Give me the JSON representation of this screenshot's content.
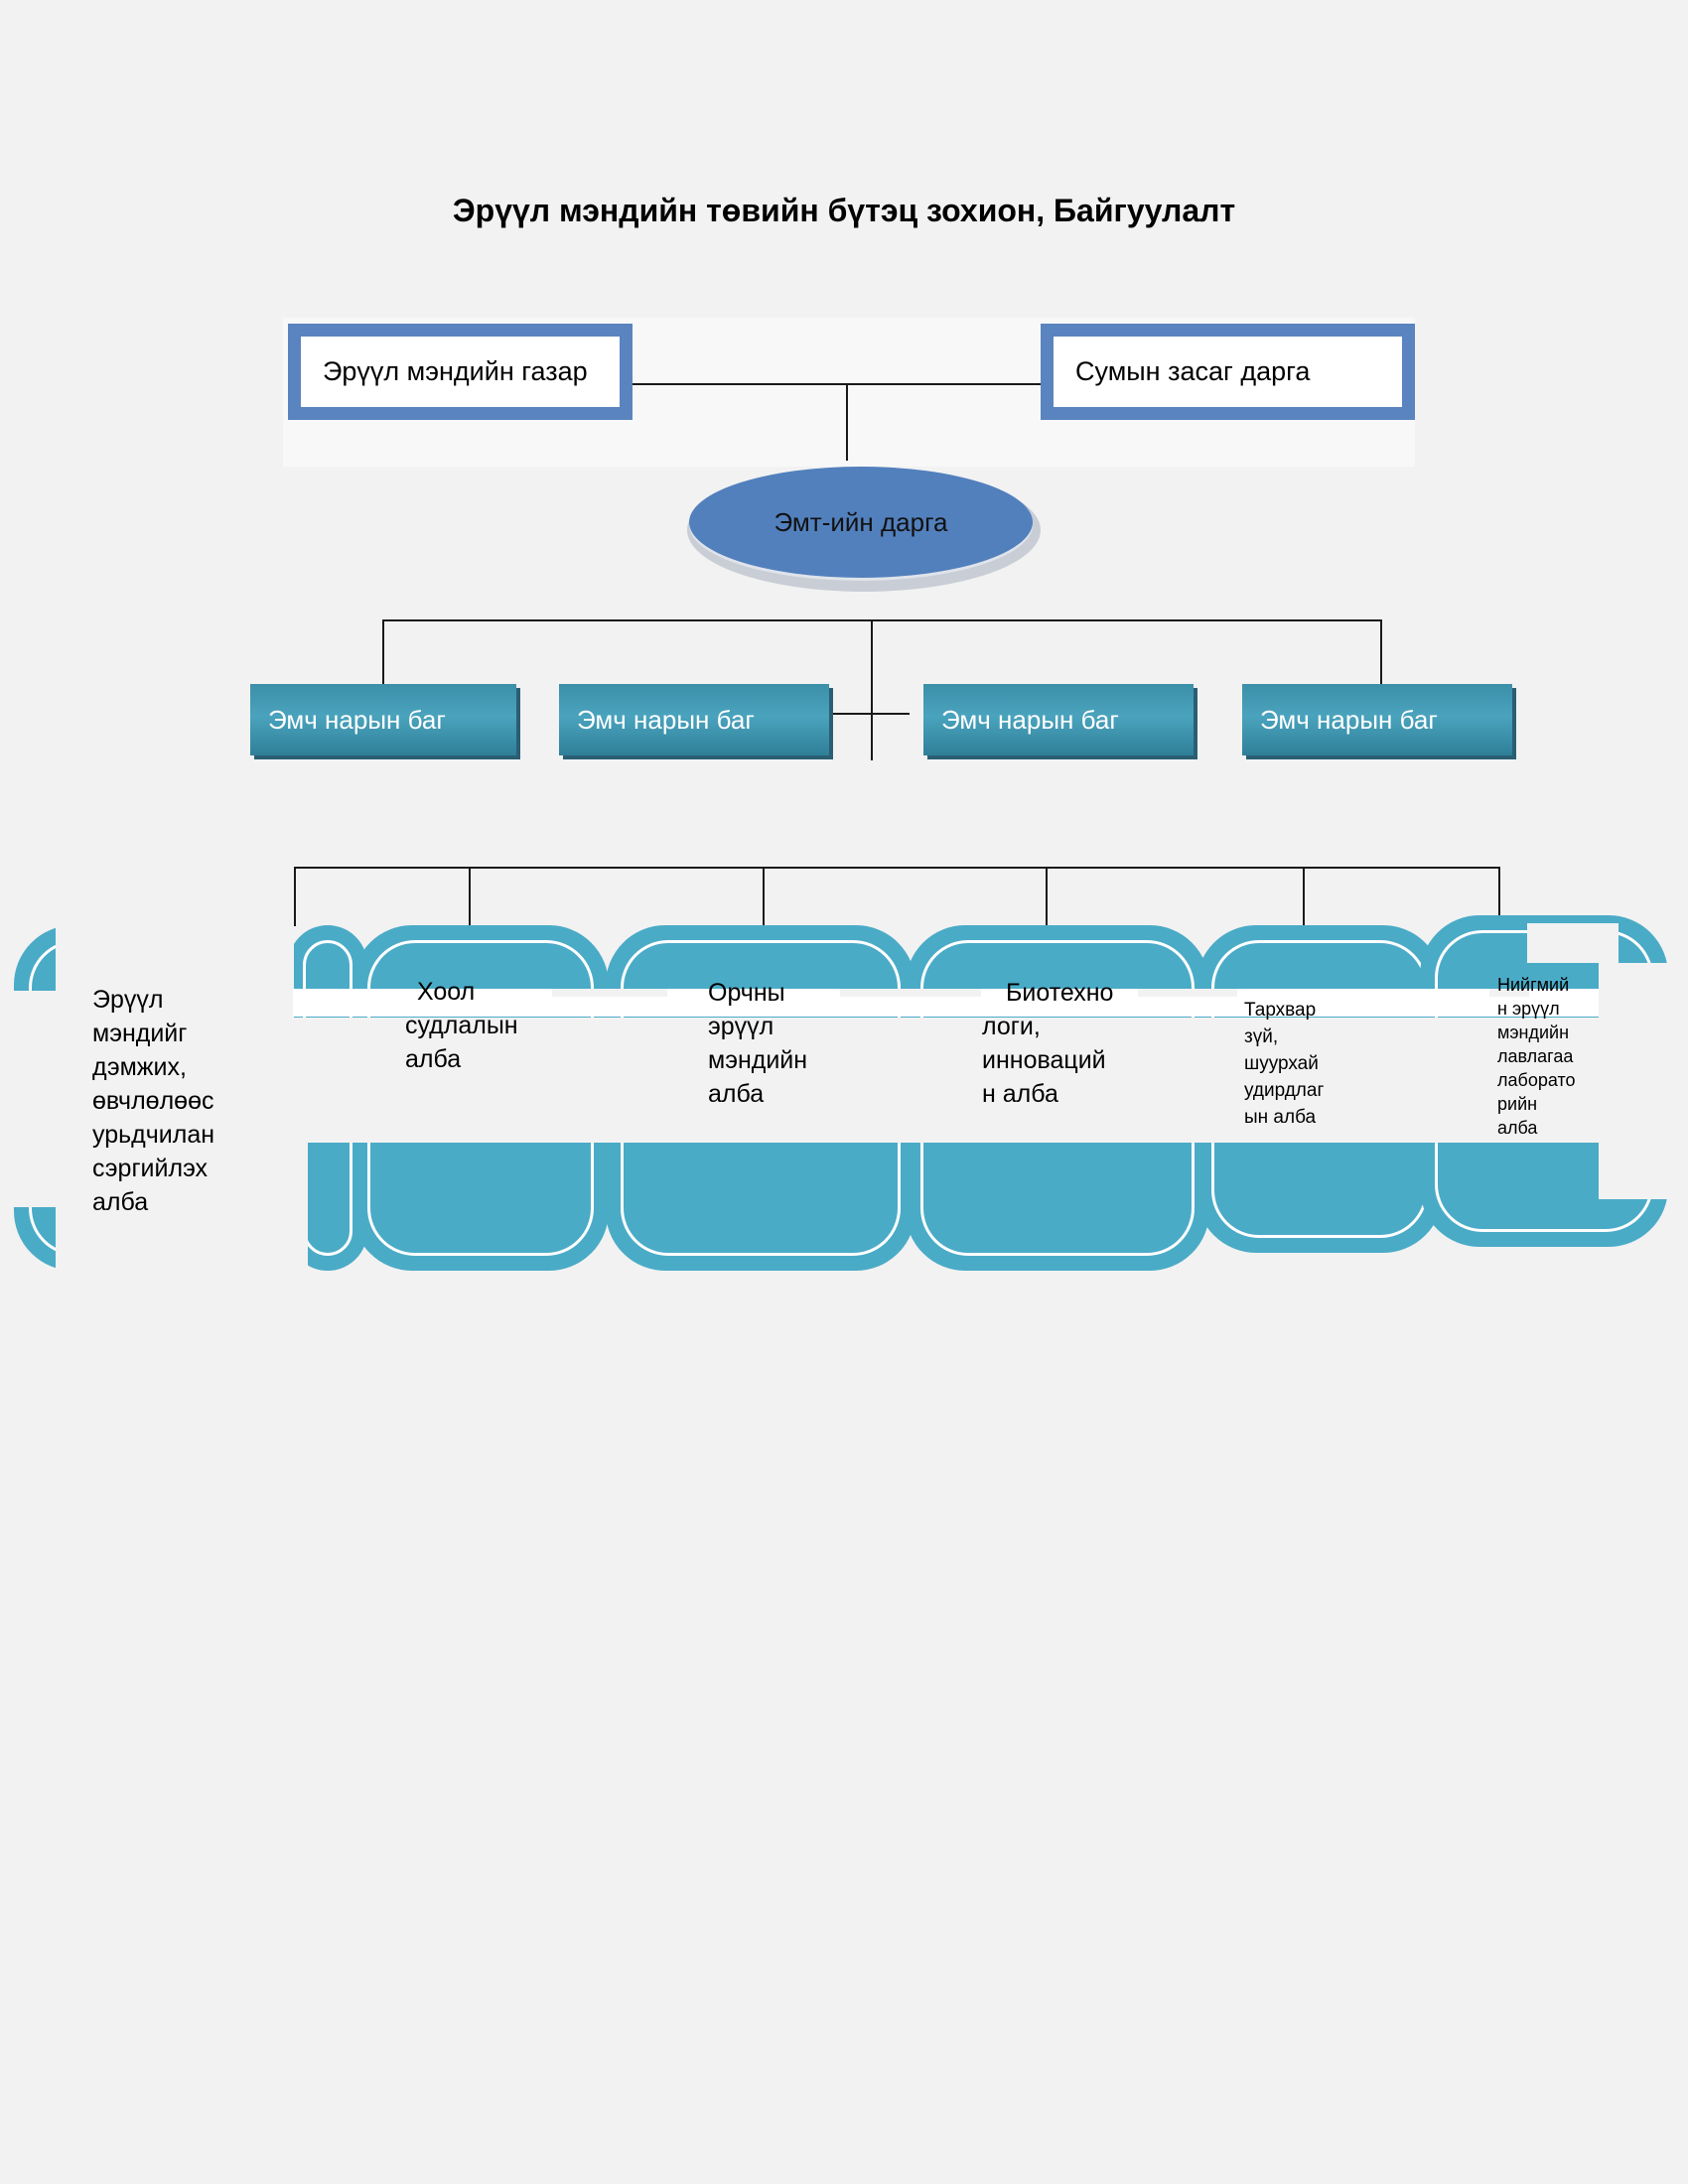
{
  "title": "Эрүүл мэндийн төвийн бүтэц зохион, Байгуулалт",
  "top_boxes": {
    "left": "Эрүүл мэндийн газар",
    "right": "Сумын засаг дарга"
  },
  "director": "Эмт-ийн дарга",
  "teams": [
    "Эмч нарын баг",
    "Эмч нарын баг",
    "Эмч нарын баг",
    "Эмч нарын баг"
  ],
  "departments": [
    {
      "lines": [
        "Эрүүл",
        "мэндийг",
        "дэмжих,",
        "өвчлөлөөс",
        "урьдчилан",
        "сэргийлэх",
        "алба"
      ]
    },
    {
      "lines": [
        "Хоол",
        "судлалын",
        "алба"
      ]
    },
    {
      "lines": [
        "Орчны",
        "эрүүл",
        "мэндийн",
        "алба"
      ]
    },
    {
      "lines": [
        "Биотехно",
        "логи,",
        "инноваций",
        "н алба"
      ]
    },
    {
      "lines": [
        "Тархвар",
        "зүй,",
        "шуурхай",
        "удирдлаг",
        "ын алба"
      ]
    },
    {
      "lines": [
        "Нийгмий",
        "н эрүүл",
        "мэндийн",
        "лавлагаа",
        "лаборато",
        "рийн",
        "алба"
      ]
    }
  ],
  "colors": {
    "box_border": "#5a84bf",
    "oval": "#5280bd",
    "team": "#3c8fa8",
    "department": "#4aabc7"
  }
}
